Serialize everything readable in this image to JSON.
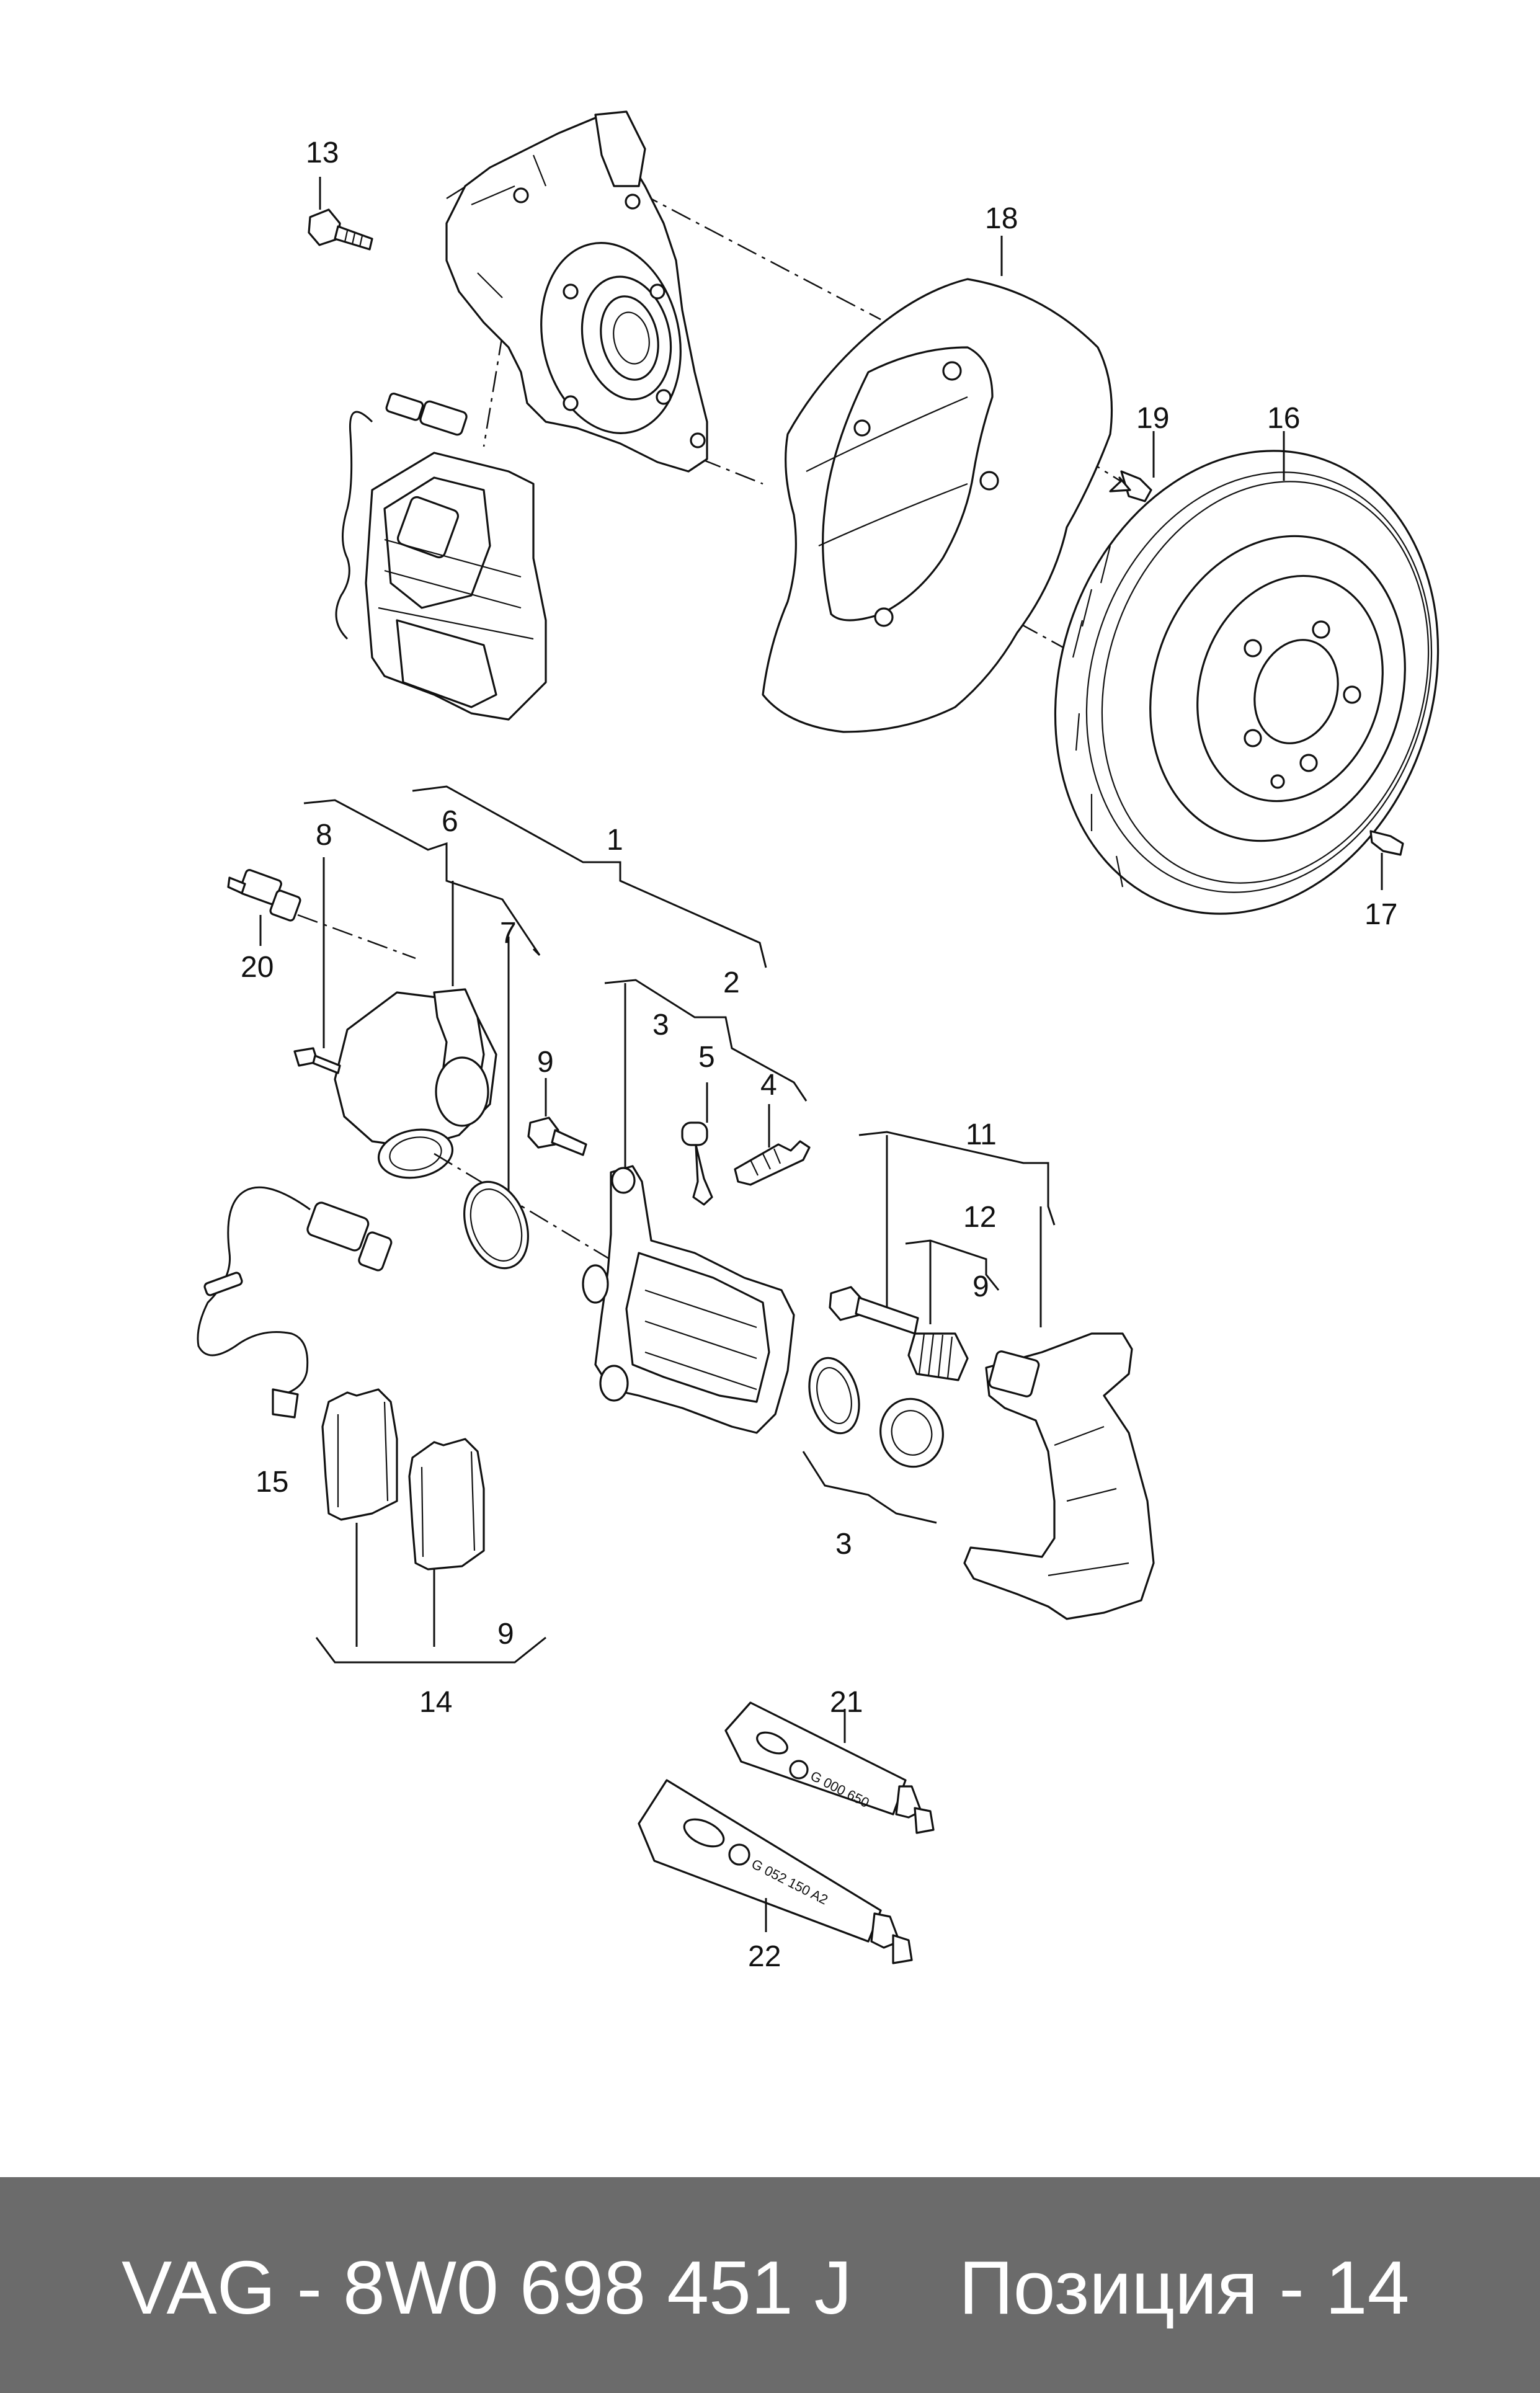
{
  "diagram": {
    "callouts": {
      "n1": "1",
      "n2": "2",
      "n3a": "3",
      "n3b": "3",
      "n4": "4",
      "n5": "5",
      "n6": "6",
      "n7": "7",
      "n8": "8",
      "n9a": "9",
      "n9b": "9",
      "n9c": "9",
      "n11": "11",
      "n12": "12",
      "n13": "13",
      "n14": "14",
      "n15": "15",
      "n16": "16",
      "n17": "17",
      "n18": "18",
      "n19": "19",
      "n20": "20",
      "n21": "21",
      "n22": "22"
    },
    "tube_21_text": "G 000 650",
    "tube_22_text": "G 052 150 A2"
  },
  "footer": {
    "part_number": "VAG - 8W0 698 451 J",
    "position": "Позиция - 14",
    "background_color": "#6b6b6b",
    "text_color": "#ffffff"
  }
}
